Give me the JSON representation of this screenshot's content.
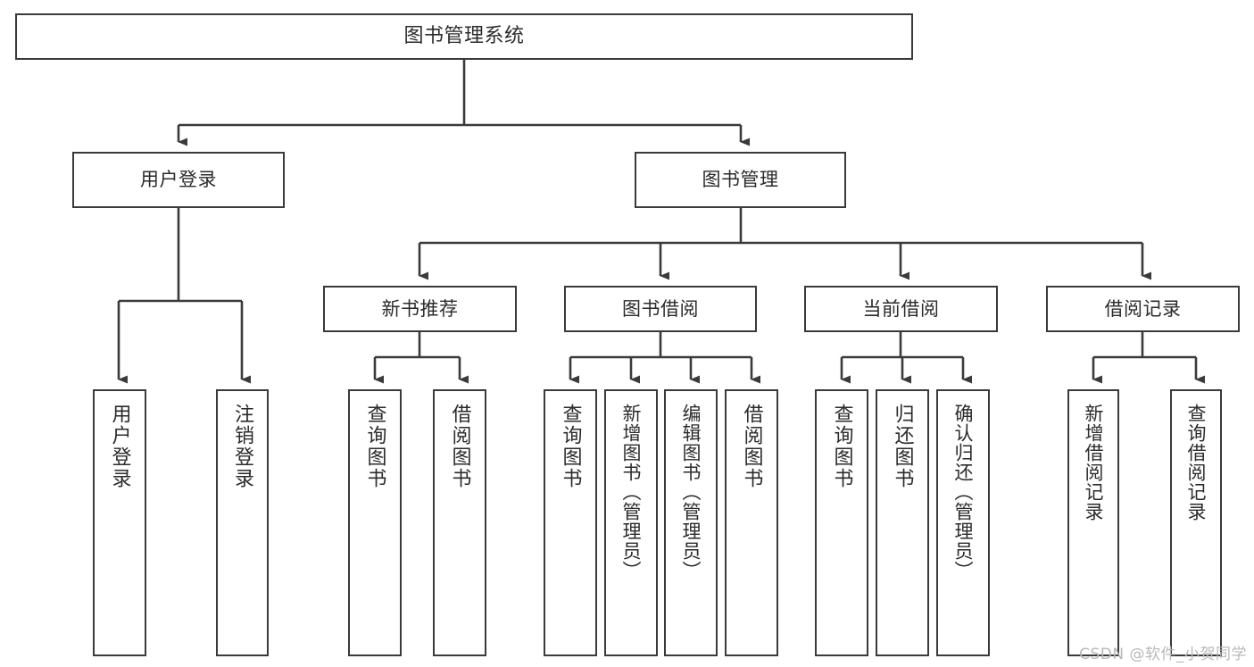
{
  "diagram": {
    "title": "图书管理系统",
    "type": "function-structure-tree",
    "root": {
      "id": "root",
      "label": "图书管理系统"
    },
    "level1": [
      {
        "id": "user-login",
        "label": "用户登录"
      },
      {
        "id": "book-manage",
        "label": "图书管理"
      }
    ],
    "level2": [
      {
        "id": "new-book-recommend",
        "label": "新书推荐"
      },
      {
        "id": "book-borrow",
        "label": "图书借阅"
      },
      {
        "id": "current-borrow",
        "label": "当前借阅"
      },
      {
        "id": "borrow-record",
        "label": "借阅记录"
      }
    ],
    "leaves": {
      "user_login": [
        {
          "id": "leaf-user-login",
          "label": "用户登录"
        },
        {
          "id": "leaf-user-logout",
          "label": "注销登录"
        }
      ],
      "new_book_recommend": [
        {
          "id": "leaf-query-book-1",
          "label": "查询图书"
        },
        {
          "id": "leaf-borrow-book-1",
          "label": "借阅图书"
        }
      ],
      "book_borrow": [
        {
          "id": "leaf-query-book-2",
          "label": "查询图书"
        },
        {
          "id": "leaf-add-book",
          "label": "新增图书（管理员）"
        },
        {
          "id": "leaf-edit-book",
          "label": "编辑图书（管理员）"
        },
        {
          "id": "leaf-borrow-book-2",
          "label": "借阅图书"
        }
      ],
      "current_borrow": [
        {
          "id": "leaf-query-book-3",
          "label": "查询图书"
        },
        {
          "id": "leaf-return-book",
          "label": "归还图书"
        },
        {
          "id": "leaf-confirm-return",
          "label": "确认归还（管理员）"
        }
      ],
      "borrow_record": [
        {
          "id": "leaf-add-record",
          "label": "新增借阅记录"
        },
        {
          "id": "leaf-query-record",
          "label": "查询借阅记录"
        }
      ]
    }
  },
  "watermark": {
    "text": "CSDN @软件_小贺同学"
  },
  "colors": {
    "box_border": "#3a3a3a",
    "box_fill": "#ffffff",
    "text": "#2b2b2b",
    "connector": "#3a3a3a",
    "watermark": "#b9b9b9",
    "background": "#ffffff"
  }
}
